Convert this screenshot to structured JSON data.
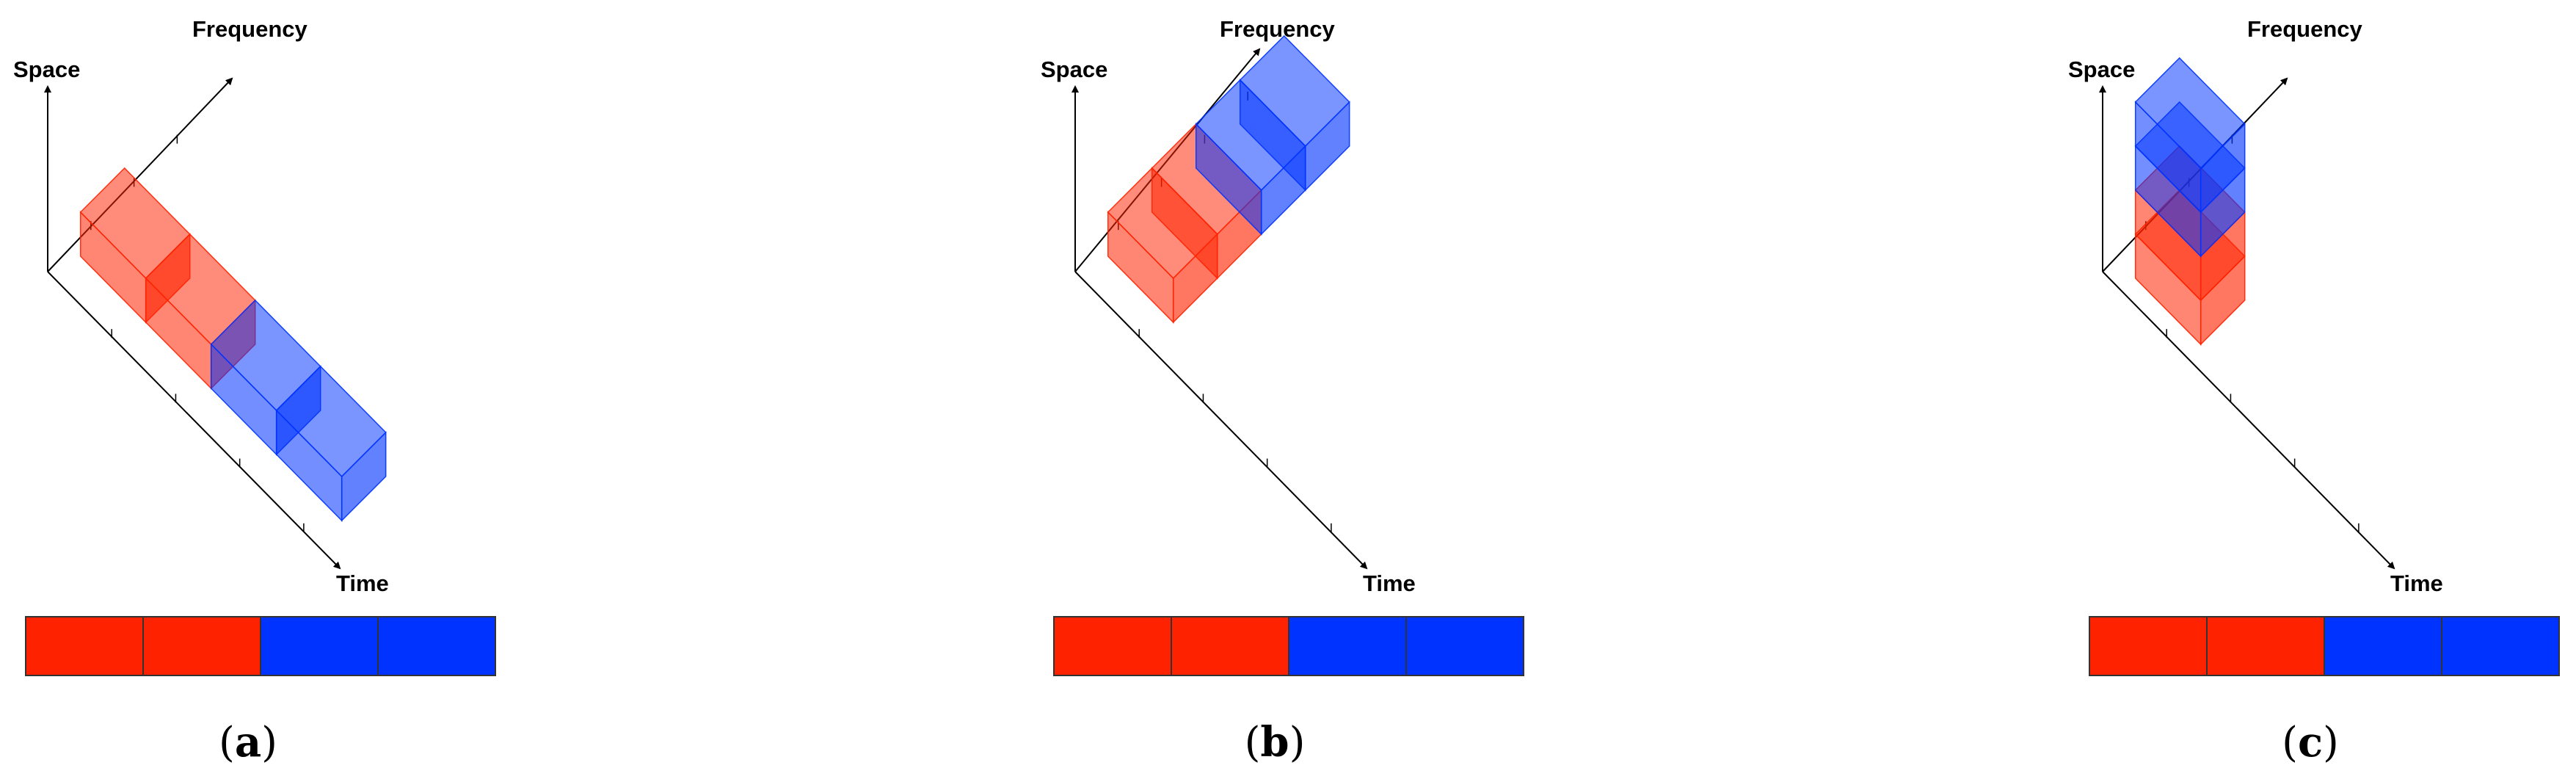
{
  "colors": {
    "red": "#ff2200",
    "blue": "#0033ff",
    "axis": "#000000"
  },
  "axes": {
    "space": "Space",
    "frequency": "Frequency",
    "time": "Time"
  },
  "bar_cells": [
    "red",
    "red",
    "blue",
    "blue"
  ],
  "panels": [
    {
      "id": "a",
      "caption_open": "(",
      "caption_letter": "a",
      "caption_close": ")",
      "arrangement": "along-time"
    },
    {
      "id": "b",
      "caption_open": "(",
      "caption_letter": "b",
      "caption_close": ")",
      "arrangement": "along-frequency"
    },
    {
      "id": "c",
      "caption_open": "(",
      "caption_letter": "c",
      "caption_close": ")",
      "arrangement": "along-space"
    }
  ]
}
